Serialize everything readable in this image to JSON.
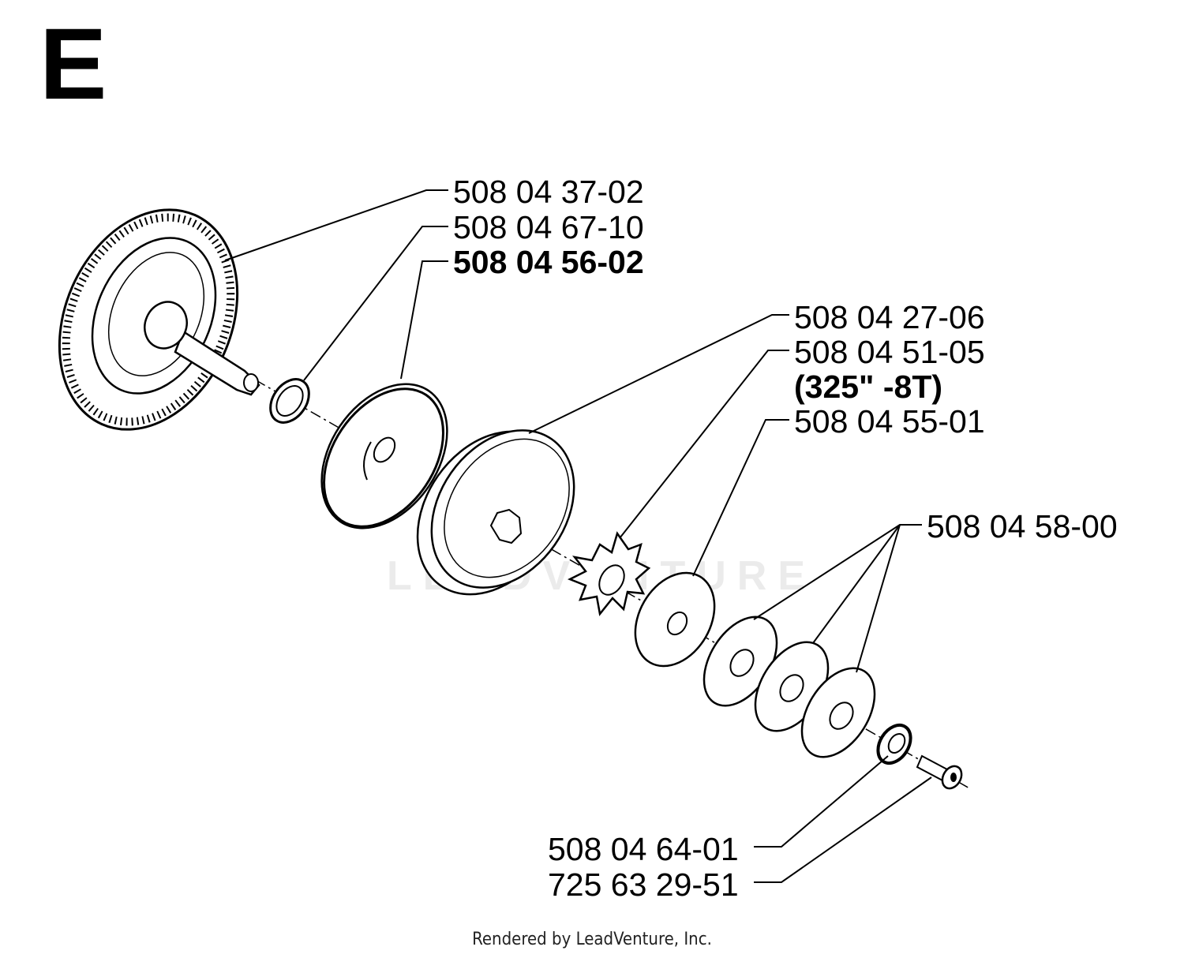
{
  "section_letter": "E",
  "watermark_text": "LEADVENTURE",
  "credit": "Rendered by LeadVenture, Inc.",
  "parts": [
    {
      "number": "508 04 37-02",
      "name": "bevel-gear-shaft"
    },
    {
      "number": "508 04 67-10",
      "name": "washer-small"
    },
    {
      "number": "508 04 56-02",
      "name": "cover-plate"
    },
    {
      "number": "508 04 27-06",
      "name": "clutch-drum"
    },
    {
      "number": "508 04 51-05",
      "note": "(325\" -8T)",
      "name": "sprocket"
    },
    {
      "number": "508 04 55-01",
      "name": "guide-washer"
    },
    {
      "number": "508 04 58-00",
      "name": "spring-washers"
    },
    {
      "number": "508 04 64-01",
      "name": "nut"
    },
    {
      "number": "725 63 29-51",
      "name": "screw"
    }
  ]
}
